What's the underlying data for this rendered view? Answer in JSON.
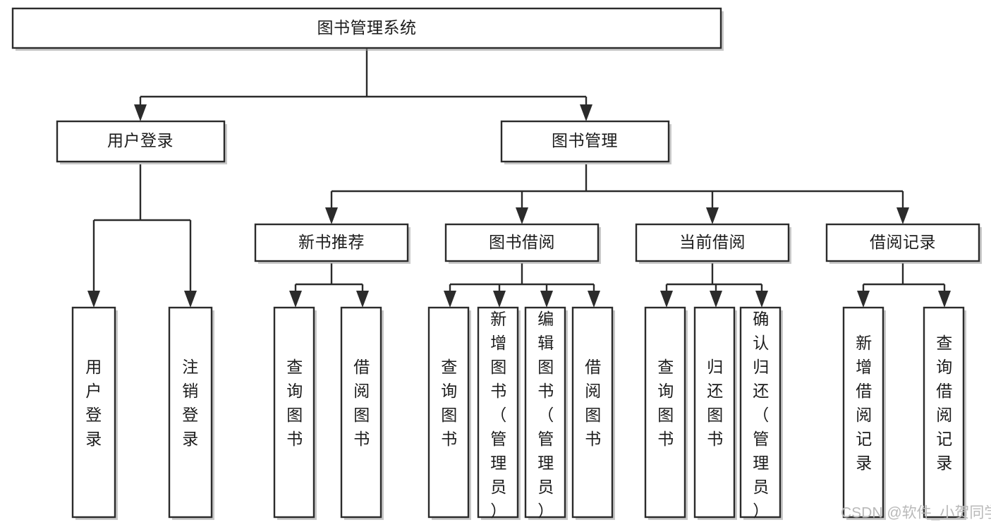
{
  "diagram": {
    "title": "图书管理系统",
    "type": "tree",
    "watermark": "CSDN @软件_小贺同学",
    "colors": {
      "stroke": "#2b2b2b",
      "fill": "#ffffff",
      "text": "#1c1c1c",
      "shadow": "#9a9a9a",
      "watermark": "#b9b9b9"
    },
    "levels": {
      "root": "图书管理系统",
      "level2": [
        "用户登录",
        "图书管理"
      ],
      "level3": [
        "新书推荐",
        "图书借阅",
        "当前借阅",
        "借阅记录"
      ]
    },
    "nodes": {
      "root": {
        "label": "图书管理系统",
        "orientation": "horizontal"
      },
      "user_login": {
        "label": "用户登录",
        "orientation": "horizontal"
      },
      "book_mgmt": {
        "label": "图书管理",
        "orientation": "horizontal"
      },
      "new_book_rec": {
        "label": "新书推荐",
        "orientation": "horizontal"
      },
      "book_borrow": {
        "label": "图书借阅",
        "orientation": "horizontal"
      },
      "current_borrow": {
        "label": "当前借阅",
        "orientation": "horizontal"
      },
      "borrow_record": {
        "label": "借阅记录",
        "orientation": "horizontal"
      },
      "leaf_user_login": {
        "label": "用户登录",
        "orientation": "vertical"
      },
      "leaf_logout": {
        "label": "注销登录",
        "orientation": "vertical"
      },
      "leaf_query_book_a": {
        "label": "查询图书",
        "orientation": "vertical"
      },
      "leaf_borrow_book_a": {
        "label": "借阅图书",
        "orientation": "vertical"
      },
      "leaf_query_book_b": {
        "label": "查询图书",
        "orientation": "vertical"
      },
      "leaf_add_book": {
        "label": "新增图书（管理员）",
        "orientation": "vertical"
      },
      "leaf_edit_book": {
        "label": "编辑图书（管理员）",
        "orientation": "vertical"
      },
      "leaf_borrow_book_b": {
        "label": "借阅图书",
        "orientation": "vertical"
      },
      "leaf_query_book_c": {
        "label": "查询图书",
        "orientation": "vertical"
      },
      "leaf_return_book": {
        "label": "归还图书",
        "orientation": "vertical"
      },
      "leaf_confirm_return": {
        "label": "确认归还（管理员）",
        "orientation": "vertical"
      },
      "leaf_add_record": {
        "label": "新增借阅记录",
        "orientation": "vertical"
      },
      "leaf_query_record": {
        "label": "查询借阅记录",
        "orientation": "vertical"
      }
    },
    "edges": [
      {
        "from": "root",
        "to": "user_login"
      },
      {
        "from": "root",
        "to": "book_mgmt"
      },
      {
        "from": "user_login",
        "to": "leaf_user_login"
      },
      {
        "from": "user_login",
        "to": "leaf_logout"
      },
      {
        "from": "book_mgmt",
        "to": "new_book_rec"
      },
      {
        "from": "book_mgmt",
        "to": "book_borrow"
      },
      {
        "from": "book_mgmt",
        "to": "current_borrow"
      },
      {
        "from": "book_mgmt",
        "to": "borrow_record"
      },
      {
        "from": "new_book_rec",
        "to": "leaf_query_book_a"
      },
      {
        "from": "new_book_rec",
        "to": "leaf_borrow_book_a"
      },
      {
        "from": "book_borrow",
        "to": "leaf_query_book_b"
      },
      {
        "from": "book_borrow",
        "to": "leaf_add_book"
      },
      {
        "from": "book_borrow",
        "to": "leaf_edit_book"
      },
      {
        "from": "book_borrow",
        "to": "leaf_borrow_book_b"
      },
      {
        "from": "current_borrow",
        "to": "leaf_query_book_c"
      },
      {
        "from": "current_borrow",
        "to": "leaf_return_book"
      },
      {
        "from": "current_borrow",
        "to": "leaf_confirm_return"
      },
      {
        "from": "borrow_record",
        "to": "leaf_add_record"
      },
      {
        "from": "borrow_record",
        "to": "leaf_query_record"
      }
    ]
  }
}
